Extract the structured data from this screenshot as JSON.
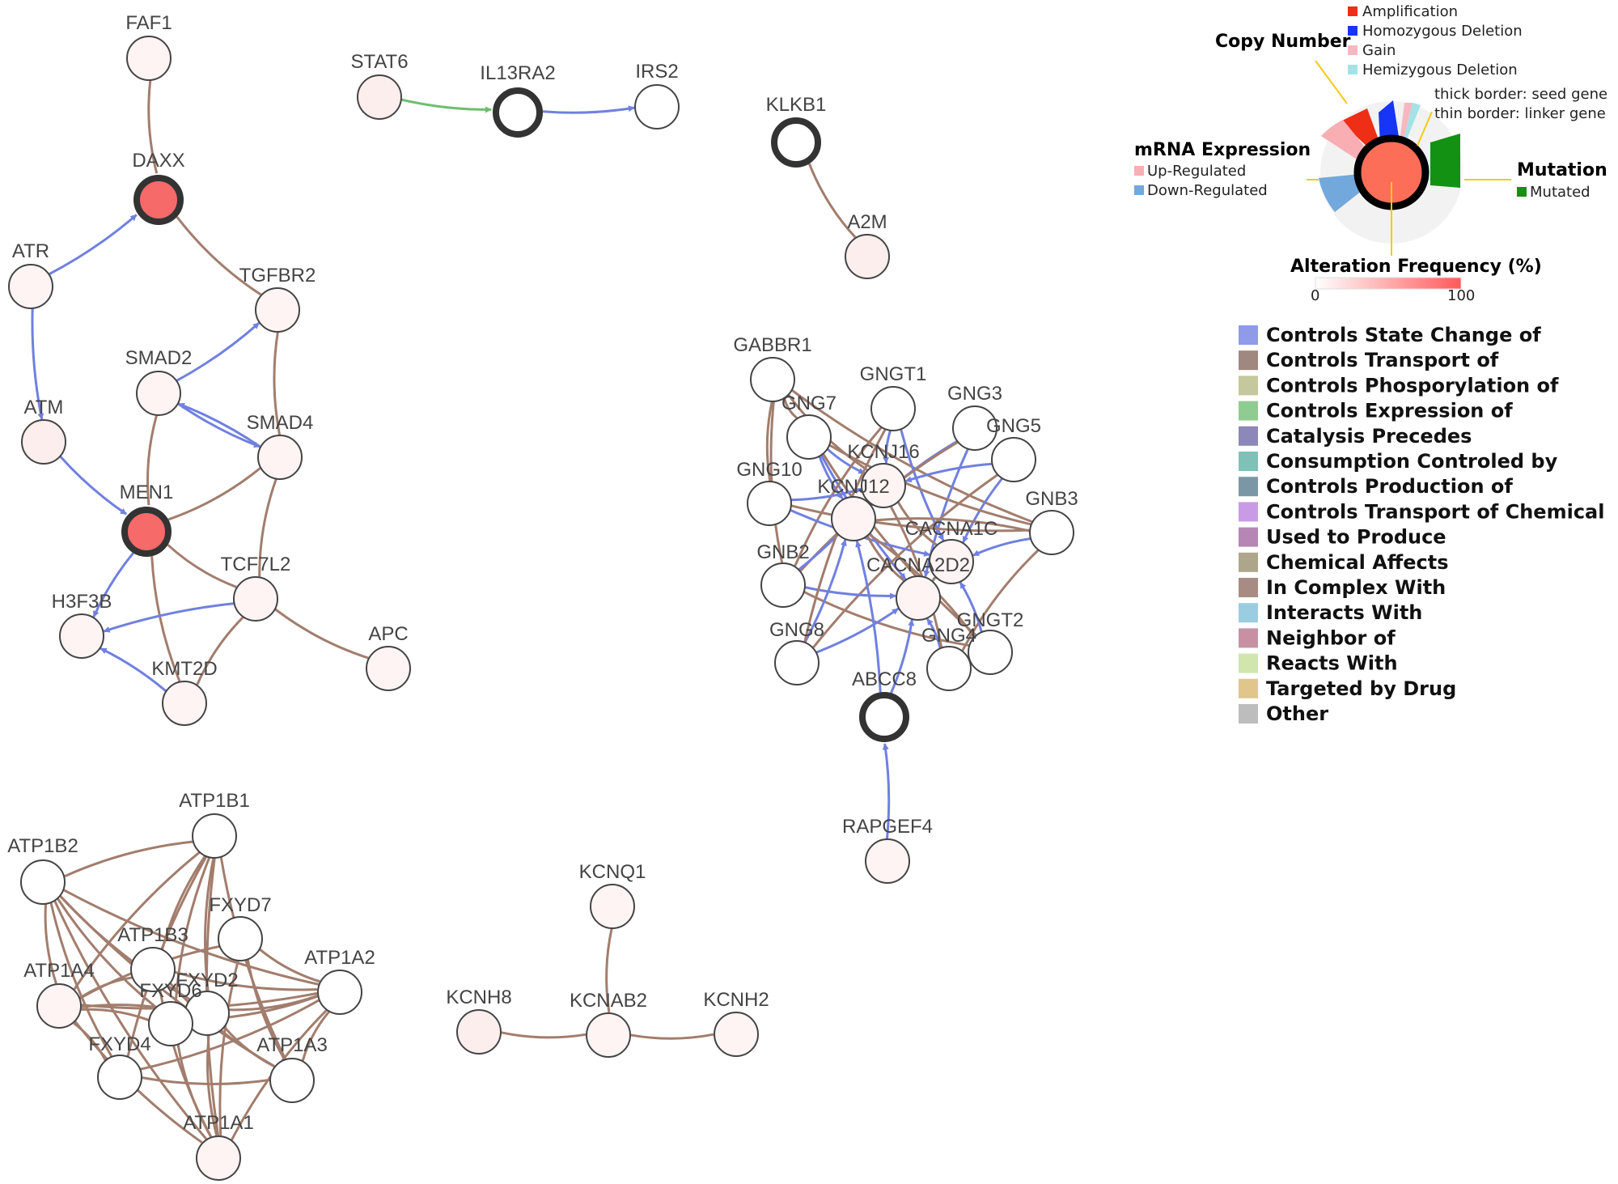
{
  "network": {
    "nodes": [
      {
        "id": "FAF1",
        "label": "FAF1",
        "freq": 0.05,
        "border": "thin"
      },
      {
        "id": "DAXX",
        "label": "DAXX",
        "freq": 1.0,
        "border": "thick"
      },
      {
        "id": "ATR",
        "label": "ATR",
        "freq": 0.05,
        "border": "thin"
      },
      {
        "id": "TGFBR2",
        "label": "TGFBR2",
        "freq": 0.05,
        "border": "thin"
      },
      {
        "id": "SMAD2",
        "label": "SMAD2",
        "freq": 0.03,
        "border": "thin"
      },
      {
        "id": "ATM",
        "label": "ATM",
        "freq": 0.1,
        "border": "thin"
      },
      {
        "id": "SMAD4",
        "label": "SMAD4",
        "freq": 0.03,
        "border": "thin"
      },
      {
        "id": "MEN1",
        "label": "MEN1",
        "freq": 1.0,
        "border": "thick"
      },
      {
        "id": "TCF7L2",
        "label": "TCF7L2",
        "freq": 0.03,
        "border": "thin"
      },
      {
        "id": "H3F3B",
        "label": "H3F3B",
        "freq": 0.03,
        "border": "thin"
      },
      {
        "id": "APC",
        "label": "APC",
        "freq": 0.05,
        "border": "thin"
      },
      {
        "id": "KMT2D",
        "label": "KMT2D",
        "freq": 0.05,
        "border": "thin"
      },
      {
        "id": "STAT6",
        "label": "STAT6",
        "freq": 0.1,
        "border": "thin"
      },
      {
        "id": "IL13RA2",
        "label": "IL13RA2",
        "freq": 0.0,
        "border": "thick"
      },
      {
        "id": "IRS2",
        "label": "IRS2",
        "freq": 0.0,
        "border": "thin"
      },
      {
        "id": "KLKB1",
        "label": "KLKB1",
        "freq": 0.0,
        "border": "thick"
      },
      {
        "id": "A2M",
        "label": "A2M",
        "freq": 0.1,
        "border": "thin"
      },
      {
        "id": "GABBR1",
        "label": "GABBR1",
        "freq": 0.0,
        "border": "thin"
      },
      {
        "id": "GNGT1",
        "label": "GNGT1",
        "freq": 0.0,
        "border": "thin"
      },
      {
        "id": "GNG7",
        "label": "GNG7",
        "freq": 0.0,
        "border": "thin"
      },
      {
        "id": "GNG3",
        "label": "GNG3",
        "freq": 0.0,
        "border": "thin"
      },
      {
        "id": "GNG5",
        "label": "GNG5",
        "freq": 0.0,
        "border": "thin"
      },
      {
        "id": "KCNJ16",
        "label": "KCNJ16",
        "freq": 0.03,
        "border": "thin"
      },
      {
        "id": "GNG10",
        "label": "GNG10",
        "freq": 0.0,
        "border": "thin"
      },
      {
        "id": "KCNJ12",
        "label": "KCNJ12",
        "freq": 0.03,
        "border": "thin"
      },
      {
        "id": "GNB3",
        "label": "GNB3",
        "freq": 0.0,
        "border": "thin"
      },
      {
        "id": "CACNA1C",
        "label": "CACNA1C",
        "freq": 0.03,
        "border": "thin"
      },
      {
        "id": "GNB2",
        "label": "GNB2",
        "freq": 0.0,
        "border": "thin"
      },
      {
        "id": "CACNA2D2",
        "label": "CACNA2D2",
        "freq": 0.05,
        "border": "thin"
      },
      {
        "id": "GNGT2",
        "label": "GNGT2",
        "freq": 0.0,
        "border": "thin"
      },
      {
        "id": "GNG8",
        "label": "GNG8",
        "freq": 0.0,
        "border": "thin"
      },
      {
        "id": "GNG4",
        "label": "GNG4",
        "freq": 0.0,
        "border": "thin"
      },
      {
        "id": "ABCC8",
        "label": "ABCC8",
        "freq": 0.0,
        "border": "thick"
      },
      {
        "id": "RAPGEF4",
        "label": "RAPGEF4",
        "freq": 0.05,
        "border": "thin"
      },
      {
        "id": "ATP1B1",
        "label": "ATP1B1",
        "freq": 0.0,
        "border": "thin"
      },
      {
        "id": "ATP1B2",
        "label": "ATP1B2",
        "freq": 0.0,
        "border": "thin"
      },
      {
        "id": "FXYD7",
        "label": "FXYD7",
        "freq": 0.0,
        "border": "thin"
      },
      {
        "id": "ATP1B3",
        "label": "ATP1B3",
        "freq": 0.0,
        "border": "thin"
      },
      {
        "id": "ATP1A2",
        "label": "ATP1A2",
        "freq": 0.0,
        "border": "thin"
      },
      {
        "id": "ATP1A4",
        "label": "ATP1A4",
        "freq": 0.03,
        "border": "thin"
      },
      {
        "id": "FXYD2",
        "label": "FXYD2",
        "freq": 0.0,
        "border": "thin"
      },
      {
        "id": "FXYD6",
        "label": "FXYD6",
        "freq": 0.0,
        "border": "thin"
      },
      {
        "id": "FXYD4",
        "label": "FXYD4",
        "freq": 0.0,
        "border": "thin"
      },
      {
        "id": "ATP1A3",
        "label": "ATP1A3",
        "freq": 0.0,
        "border": "thin"
      },
      {
        "id": "ATP1A1",
        "label": "ATP1A1",
        "freq": 0.03,
        "border": "thin"
      },
      {
        "id": "KCNQ1",
        "label": "KCNQ1",
        "freq": 0.03,
        "border": "thin"
      },
      {
        "id": "KCNH8",
        "label": "KCNH8",
        "freq": 0.1,
        "border": "thin"
      },
      {
        "id": "KCNAB2",
        "label": "KCNAB2",
        "freq": 0.05,
        "border": "thin"
      },
      {
        "id": "KCNH2",
        "label": "KCNH2",
        "freq": 0.05,
        "border": "thin"
      }
    ],
    "edges": [
      {
        "source": "FAF1",
        "target": "DAXX",
        "type": "complex"
      },
      {
        "source": "ATR",
        "target": "DAXX",
        "type": "state"
      },
      {
        "source": "DAXX",
        "target": "TGFBR2",
        "type": "complex"
      },
      {
        "source": "ATR",
        "target": "ATM",
        "type": "state"
      },
      {
        "source": "SMAD2",
        "target": "TGFBR2",
        "type": "state"
      },
      {
        "source": "TGFBR2",
        "target": "SMAD4",
        "type": "complex"
      },
      {
        "source": "SMAD2",
        "target": "SMAD4",
        "type": "state"
      },
      {
        "source": "SMAD4",
        "target": "SMAD2",
        "type": "state"
      },
      {
        "source": "SMAD2",
        "target": "MEN1",
        "type": "complex"
      },
      {
        "source": "ATM",
        "target": "MEN1",
        "type": "state"
      },
      {
        "source": "MEN1",
        "target": "SMAD4",
        "type": "complex"
      },
      {
        "source": "SMAD4",
        "target": "TCF7L2",
        "type": "complex"
      },
      {
        "source": "MEN1",
        "target": "TCF7L2",
        "type": "complex"
      },
      {
        "source": "MEN1",
        "target": "H3F3B",
        "type": "state"
      },
      {
        "source": "MEN1",
        "target": "KMT2D",
        "type": "complex"
      },
      {
        "source": "TCF7L2",
        "target": "H3F3B",
        "type": "state"
      },
      {
        "source": "TCF7L2",
        "target": "APC",
        "type": "complex"
      },
      {
        "source": "TCF7L2",
        "target": "KMT2D",
        "type": "complex"
      },
      {
        "source": "KMT2D",
        "target": "H3F3B",
        "type": "state"
      },
      {
        "source": "STAT6",
        "target": "IL13RA2",
        "type": "expression"
      },
      {
        "source": "IL13RA2",
        "target": "IRS2",
        "type": "state"
      },
      {
        "source": "KLKB1",
        "target": "A2M",
        "type": "complex"
      },
      {
        "source": "GABBR1",
        "target": "GNG7",
        "type": "complex"
      },
      {
        "source": "GABBR1",
        "target": "GNG10",
        "type": "complex"
      },
      {
        "source": "GABBR1",
        "target": "GNB3",
        "type": "complex"
      },
      {
        "source": "GABBR1",
        "target": "KCNJ16",
        "type": "complex"
      },
      {
        "source": "GABBR1",
        "target": "GNB2",
        "type": "complex"
      },
      {
        "source": "GNG7",
        "target": "KCNJ16",
        "type": "state"
      },
      {
        "source": "GNG7",
        "target": "KCNJ12",
        "type": "state"
      },
      {
        "source": "GNG7",
        "target": "CACNA2D2",
        "type": "state"
      },
      {
        "source": "GNG7",
        "target": "GNGT2",
        "type": "complex"
      },
      {
        "source": "GNGT1",
        "target": "KCNJ16",
        "type": "state"
      },
      {
        "source": "GNGT1",
        "target": "CACNA1C",
        "type": "state"
      },
      {
        "source": "GNGT1",
        "target": "GNB2",
        "type": "complex"
      },
      {
        "source": "GNG3",
        "target": "KCNJ12",
        "type": "state"
      },
      {
        "source": "GNG3",
        "target": "CACNA2D2",
        "type": "state"
      },
      {
        "source": "GNG3",
        "target": "GNB2",
        "type": "complex"
      },
      {
        "source": "GNG5",
        "target": "CACNA1C",
        "type": "state"
      },
      {
        "source": "GNG5",
        "target": "KCNJ16",
        "type": "state"
      },
      {
        "source": "GNG5",
        "target": "GNG8",
        "type": "complex"
      },
      {
        "source": "GNG10",
        "target": "KCNJ16",
        "type": "state"
      },
      {
        "source": "GNG10",
        "target": "CACNA1C",
        "type": "state"
      },
      {
        "source": "GNG10",
        "target": "GNB3",
        "type": "complex"
      },
      {
        "source": "GNB3",
        "target": "CACNA1C",
        "type": "state"
      },
      {
        "source": "GNB3",
        "target": "KCNJ12",
        "type": "complex"
      },
      {
        "source": "GNB3",
        "target": "GNG4",
        "type": "complex"
      },
      {
        "source": "GNB2",
        "target": "CACNA2D2",
        "type": "state"
      },
      {
        "source": "GNB2",
        "target": "KCNJ16",
        "type": "state"
      },
      {
        "source": "GNB2",
        "target": "GNGT2",
        "type": "complex"
      },
      {
        "source": "GNG8",
        "target": "CACNA2D2",
        "type": "state"
      },
      {
        "source": "GNG8",
        "target": "KCNJ12",
        "type": "state"
      },
      {
        "source": "GNG4",
        "target": "CACNA2D2",
        "type": "state"
      },
      {
        "source": "GNG4",
        "target": "KCNJ16",
        "type": "complex"
      },
      {
        "source": "GNGT2",
        "target": "CACNA1C",
        "type": "state"
      },
      {
        "source": "GNGT2",
        "target": "KCNJ12",
        "type": "complex"
      },
      {
        "source": "KCNJ12",
        "target": "CACNA2D2",
        "type": "complex"
      },
      {
        "source": "KCNJ16",
        "target": "CACNA1C",
        "type": "complex"
      },
      {
        "source": "KCNJ16",
        "target": "KCNJ12",
        "type": "complex"
      },
      {
        "source": "CACNA1C",
        "target": "CACNA2D2",
        "type": "complex"
      },
      {
        "source": "GNGT1",
        "target": "GNG8",
        "type": "complex"
      },
      {
        "source": "GNG7",
        "target": "GNB3",
        "type": "complex"
      },
      {
        "source": "ABCC8",
        "target": "CACNA2D2",
        "type": "state"
      },
      {
        "source": "ABCC8",
        "target": "KCNJ12",
        "type": "state"
      },
      {
        "source": "RAPGEF4",
        "target": "ABCC8",
        "type": "state"
      },
      {
        "source": "ATP1B1",
        "target": "ATP1B2",
        "type": "complex"
      },
      {
        "source": "ATP1B1",
        "target": "ATP1B3",
        "type": "complex"
      },
      {
        "source": "ATP1B1",
        "target": "FXYD2",
        "type": "complex"
      },
      {
        "source": "ATP1B1",
        "target": "FXYD6",
        "type": "complex"
      },
      {
        "source": "ATP1B1",
        "target": "ATP1A1",
        "type": "complex"
      },
      {
        "source": "ATP1B1",
        "target": "ATP1A3",
        "type": "complex"
      },
      {
        "source": "ATP1B1",
        "target": "ATP1A4",
        "type": "complex"
      },
      {
        "source": "ATP1B1",
        "target": "FXYD4",
        "type": "complex"
      },
      {
        "source": "ATP1B2",
        "target": "ATP1A2",
        "type": "complex"
      },
      {
        "source": "ATP1B2",
        "target": "ATP1A3",
        "type": "complex"
      },
      {
        "source": "ATP1B2",
        "target": "FXYD2",
        "type": "complex"
      },
      {
        "source": "ATP1B2",
        "target": "FXYD4",
        "type": "complex"
      },
      {
        "source": "ATP1B2",
        "target": "ATP1A1",
        "type": "complex"
      },
      {
        "source": "ATP1B2",
        "target": "ATP1A4",
        "type": "complex"
      },
      {
        "source": "ATP1B2",
        "target": "FXYD6",
        "type": "complex"
      },
      {
        "source": "FXYD7",
        "target": "ATP1A2",
        "type": "complex"
      },
      {
        "source": "FXYD7",
        "target": "ATP1A1",
        "type": "complex"
      },
      {
        "source": "FXYD7",
        "target": "ATP1A4",
        "type": "complex"
      },
      {
        "source": "FXYD7",
        "target": "ATP1A3",
        "type": "complex"
      },
      {
        "source": "ATP1B3",
        "target": "ATP1A2",
        "type": "complex"
      },
      {
        "source": "ATP1B3",
        "target": "ATP1A1",
        "type": "complex"
      },
      {
        "source": "ATP1B3",
        "target": "ATP1A3",
        "type": "complex"
      },
      {
        "source": "ATP1B3",
        "target": "ATP1A4",
        "type": "complex"
      },
      {
        "source": "FXYD2",
        "target": "ATP1A2",
        "type": "complex"
      },
      {
        "source": "FXYD2",
        "target": "ATP1A4",
        "type": "complex"
      },
      {
        "source": "FXYD2",
        "target": "ATP1A1",
        "type": "complex"
      },
      {
        "source": "FXYD2",
        "target": "ATP1A3",
        "type": "complex"
      },
      {
        "source": "FXYD6",
        "target": "ATP1A2",
        "type": "complex"
      },
      {
        "source": "FXYD6",
        "target": "ATP1A4",
        "type": "complex"
      },
      {
        "source": "FXYD6",
        "target": "ATP1A1",
        "type": "complex"
      },
      {
        "source": "FXYD4",
        "target": "ATP1A2",
        "type": "complex"
      },
      {
        "source": "FXYD4",
        "target": "ATP1A3",
        "type": "complex"
      },
      {
        "source": "FXYD4",
        "target": "ATP1A4",
        "type": "complex"
      },
      {
        "source": "ATP1A4",
        "target": "ATP1A2",
        "type": "complex"
      },
      {
        "source": "ATP1A4",
        "target": "ATP1A1",
        "type": "complex"
      },
      {
        "source": "ATP1A2",
        "target": "ATP1A3",
        "type": "complex"
      },
      {
        "source": "ATP1A2",
        "target": "ATP1A1",
        "type": "complex"
      },
      {
        "source": "KCNQ1",
        "target": "KCNAB2",
        "type": "complex"
      },
      {
        "source": "KCNH8",
        "target": "KCNAB2",
        "type": "complex"
      },
      {
        "source": "KCNAB2",
        "target": "KCNH2",
        "type": "complex"
      }
    ]
  },
  "legend": {
    "copy_number": {
      "title": "Copy Number",
      "items": [
        {
          "label": "Amplification",
          "color": "#ee2e15"
        },
        {
          "label": "Homozygous Deletion",
          "color": "#1735f7"
        },
        {
          "label": "Gain",
          "color": "#f8b7c0"
        },
        {
          "label": "Hemizygous Deletion",
          "color": "#a4e2e6"
        }
      ]
    },
    "border_notes": [
      "thick border: seed gene",
      "thin border: linker gene"
    ],
    "mrna_expression": {
      "title": "mRNA Expression",
      "items": [
        {
          "label": "Up-Regulated",
          "color": "#f8aeb2"
        },
        {
          "label": "Down-Regulated",
          "color": "#72a8db"
        }
      ]
    },
    "mutation": {
      "title": "Mutation",
      "items": [
        {
          "label": "Mutated",
          "color": "#139113"
        }
      ]
    },
    "alteration_frequency": {
      "title": "Alteration Frequency (%)",
      "min": "0",
      "max": "100",
      "color_low": "#ffffff",
      "color_high": "#ff5a5a"
    },
    "edge_types": [
      {
        "label": "Controls State Change of",
        "color": "#8f9be8"
      },
      {
        "label": "Controls Transport of",
        "color": "#a08780"
      },
      {
        "label": "Controls Phosporylation of",
        "color": "#c5c79c"
      },
      {
        "label": "Controls Expression of",
        "color": "#8fcc92"
      },
      {
        "label": "Catalysis Precedes",
        "color": "#8c88b9"
      },
      {
        "label": "Consumption Controled by",
        "color": "#7ec1b7"
      },
      {
        "label": "Controls Production of",
        "color": "#7b97a5"
      },
      {
        "label": "Controls Transport of Chemical",
        "color": "#c99ae6"
      },
      {
        "label": "Used to Produce",
        "color": "#b686b4"
      },
      {
        "label": "Chemical Affects",
        "color": "#ada68a"
      },
      {
        "label": "In Complex With",
        "color": "#a88c83"
      },
      {
        "label": "Interacts With",
        "color": "#9bcde0"
      },
      {
        "label": "Neighbor of",
        "color": "#c891a3"
      },
      {
        "label": "Reacts With",
        "color": "#d0e6ad"
      },
      {
        "label": "Targeted by Drug",
        "color": "#e0c68b"
      },
      {
        "label": "Other",
        "color": "#bdbdbd"
      }
    ]
  },
  "colors": {
    "edge_state": "#7080e0",
    "edge_complex": "#a27d6d",
    "edge_expression": "#6fbe6f",
    "node_stroke": "#333333",
    "callout": "#f5c918"
  }
}
